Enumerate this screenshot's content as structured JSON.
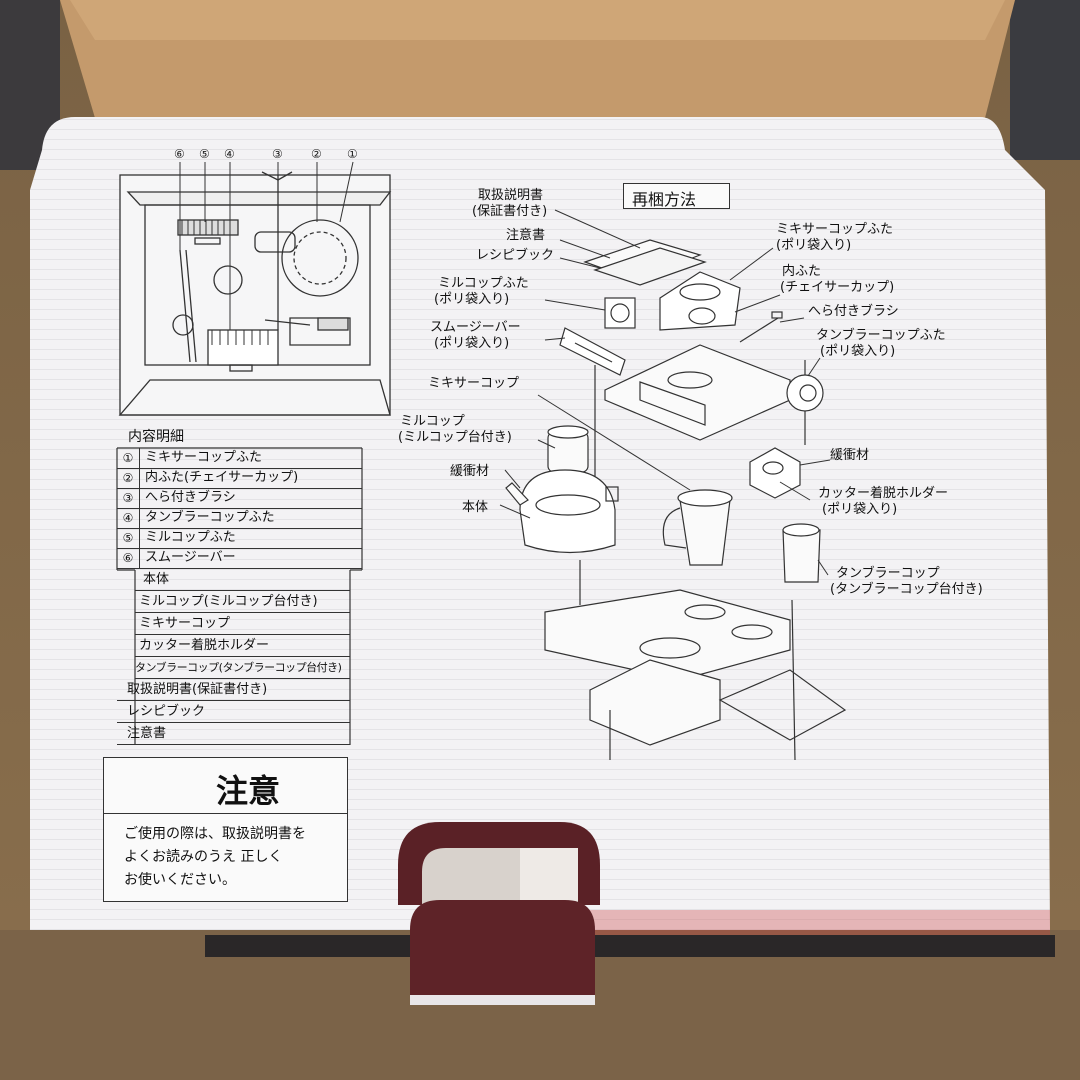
{
  "parts_numbers": [
    "⑥",
    "⑤",
    "④",
    "③",
    "②",
    "①"
  ],
  "contents_title": "内容明細",
  "contents_numbered": [
    {
      "num": "①",
      "name": "ミキサーコップふた"
    },
    {
      "num": "②",
      "name": "内ふた(チェイサーカップ)"
    },
    {
      "num": "③",
      "name": "へら付きブラシ"
    },
    {
      "num": "④",
      "name": "タンブラーコップふた"
    },
    {
      "num": "⑤",
      "name": "ミルコップふた"
    },
    {
      "num": "⑥",
      "name": "スムージーバー"
    }
  ],
  "contents_unnumbered": [
    "本体",
    "ミルコップ(ミルコップ台付き)",
    "ミキサーコップ",
    "カッター着脱ホルダー",
    "タンブラーコップ(タンブラーコップ台付き)",
    "取扱説明書(保証書付き)",
    "レシピブック",
    "注意書"
  ],
  "caution": {
    "title": "注意",
    "lines": [
      "ご使用の際は、取扱説明書を",
      "よくお読みのうえ 正しく",
      "お使いください。"
    ]
  },
  "repack": {
    "title": "再梱方法",
    "labels": {
      "manual_1": "取扱説明書",
      "manual_2": "(保証書付き)",
      "caution_sheet": "注意書",
      "recipe": "レシピブック",
      "mill_lid_1": "ミルコップふた",
      "mill_lid_2": "(ポリ袋入り)",
      "smoothie_1": "スムージーバー",
      "smoothie_2": "(ポリ袋入り)",
      "mixer_cup": "ミキサーコップ",
      "mill_cup_1": "ミルコップ",
      "mill_cup_2": "(ミルコップ台付き)",
      "cushion_left": "緩衝材",
      "body": "本体",
      "mixer_lid_1": "ミキサーコップふた",
      "mixer_lid_2": "(ポリ袋入り)",
      "inner_lid_1": "内ふた",
      "inner_lid_2": "(チェイサーカップ)",
      "brush": "へら付きブラシ",
      "tumbler_lid_1": "タンブラーコップふた",
      "tumbler_lid_2": "(ポリ袋入り)",
      "cushion_right": "緩衝材",
      "cutter_holder_1": "カッター着脱ホルダー",
      "cutter_holder_2": "(ポリ袋入り)",
      "tumbler_1": "タンブラーコップ",
      "tumbler_2": "(タンブラーコップ台付き)"
    }
  }
}
